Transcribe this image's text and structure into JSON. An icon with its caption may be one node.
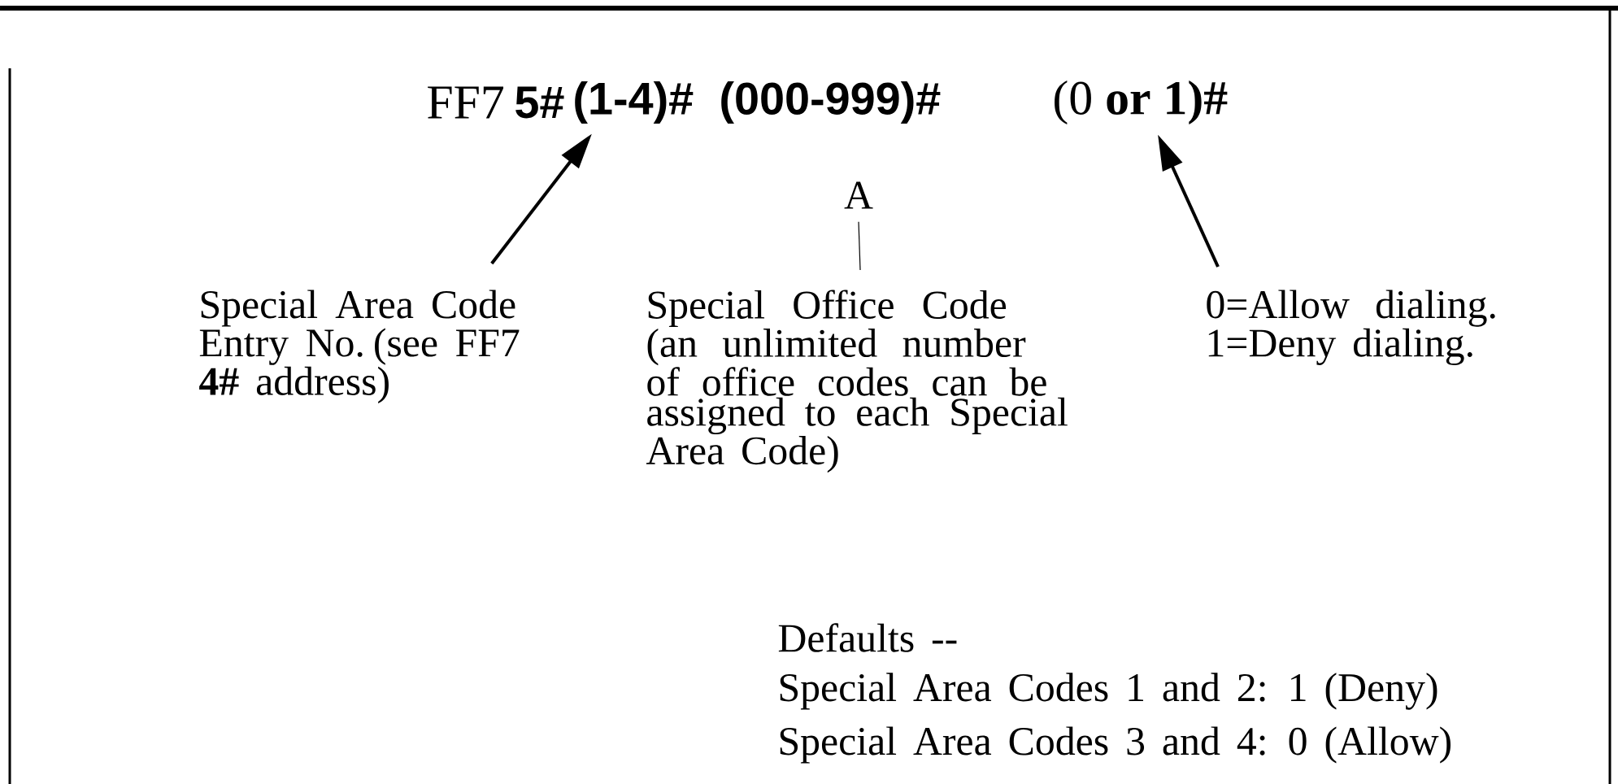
{
  "diagram": {
    "nodes": [
      {
        "text": [
          "FF7"
        ]
      },
      {
        "text": [
          "5#"
        ]
      },
      {
        "text": [
          "(1-4)#"
        ]
      },
      {
        "text": [
          "(000-999)#"
        ]
      },
      {
        "text": [
          "(0 **or 1)#**"
        ]
      },
      {
        "text": [
          "A"
        ]
      },
      {
        "text": [
          "Special Area Code Entry No. (see FF7 **4#** address)"
        ]
      },
      {
        "text": [
          "Special Office Code (an unlimited number of office codes can be assigned to each Special Area Code)"
        ]
      },
      {
        "text": [
          "0=Allow dialing. 1=Deny dialing."
        ]
      }
    ],
    "edges": [
      {
        "from": 6,
        "to": 2,
        "arrow": "to"
      },
      {
        "from": 7,
        "to": 5,
        "arrow": "none"
      },
      {
        "from": 8,
        "to": 4,
        "arrow": "to"
      }
    ],
    "labels": [
      "Defaults --",
      "Special Area Codes 1 and 2:  1  (Deny)",
      "Special Area Codes 3 and 4:  0  (Allow)"
    ]
  }
}
